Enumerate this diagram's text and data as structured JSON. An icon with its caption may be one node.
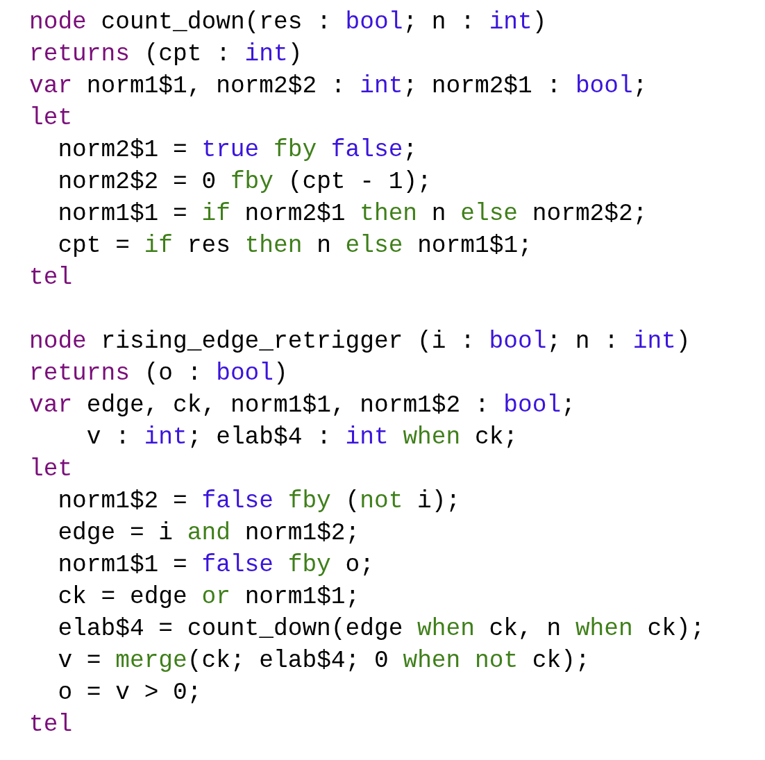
{
  "diagram": {
    "labels": [
      "node count_down(res : bool; n : int)",
      "returns (cpt : int)",
      "var norm1$1, norm2$2 : int; norm2$1 : bool;",
      "let",
      "norm2$1 = true fby false;",
      "norm2$2 = 0 fby (cpt - 1);",
      "norm1$1 = if norm2$1 then n else norm2$2;",
      "cpt = if res then n else norm1$1;",
      "tel",
      "node rising_edge_retrigger (i : bool; n : int)",
      "returns (o : bool)",
      "var edge, ck, norm1$1, norm1$2 : bool;",
      "v : int; elab$4 : int when ck;",
      "let",
      "norm1$2 = false fby (not i);",
      "edge = i and norm1$2;",
      "norm1$1 = false fby o;",
      "ck = edge or norm1$1;",
      "elab$4 = count_down(edge when ck, n when ck);",
      "v = merge(ck; elab$4; 0 when not ck);",
      "o = v > 0;",
      "tel"
    ]
  }
}
